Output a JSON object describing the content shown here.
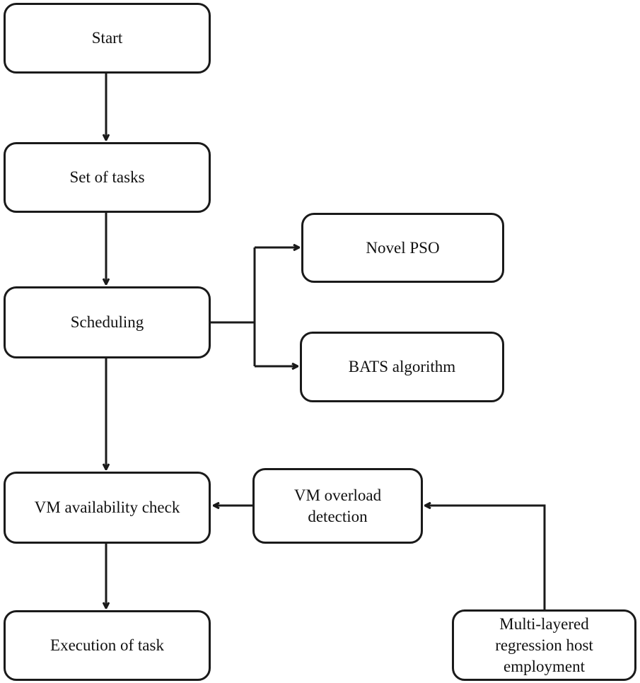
{
  "flowchart": {
    "nodes": {
      "start": "Start",
      "set_of_tasks": "Set of tasks",
      "scheduling": "Scheduling",
      "novel_pso": "Novel PSO",
      "bats_algorithm": "BATS  algorithm",
      "vm_availability_check": "VM availability  check",
      "vm_overload_detection": "VM overload\ndetection",
      "execution_of_task": "Execution of task",
      "multi_layered_regression": "Multi-layered\nregression host\nemployment"
    },
    "edges": [
      {
        "from": "start",
        "to": "set_of_tasks"
      },
      {
        "from": "set_of_tasks",
        "to": "scheduling"
      },
      {
        "from": "scheduling",
        "to": "novel_pso"
      },
      {
        "from": "scheduling",
        "to": "bats_algorithm"
      },
      {
        "from": "scheduling",
        "to": "vm_availability_check"
      },
      {
        "from": "vm_availability_check",
        "to": "execution_of_task"
      },
      {
        "from": "vm_overload_detection",
        "to": "vm_availability_check"
      },
      {
        "from": "multi_layered_regression",
        "to": "vm_overload_detection"
      }
    ],
    "colors": {
      "stroke": "#1a1a1a",
      "background": "#ffffff"
    }
  }
}
